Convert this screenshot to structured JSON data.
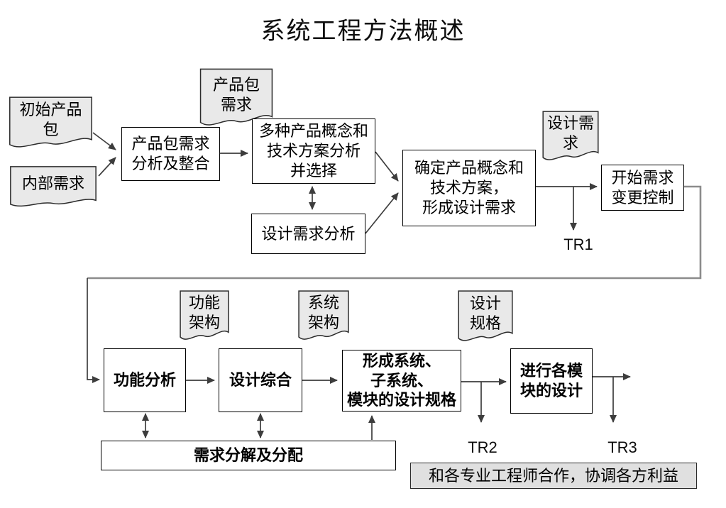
{
  "title": "系统工程方法概述",
  "colors": {
    "box_border": "#000000",
    "line": "#3d3d3d",
    "connector_gray": "#8c8c8c",
    "doc_fill": "#e9e9e9",
    "note_fill": "#e0e0e0",
    "background": "#ffffff"
  },
  "nodes": {
    "initial_product_package": {
      "label": "初始产品\n包"
    },
    "internal_requirements": {
      "label": "内部需求"
    },
    "package_req_analysis": {
      "label": "产品包需求\n分析及整合"
    },
    "product_package_requirements": {
      "label": "产品包\n需求"
    },
    "multi_concept_analysis": {
      "label": "多种产品概念和\n技术方案分析\n并选择"
    },
    "design_req_analysis": {
      "label": "设计需求分析"
    },
    "determine_concept": {
      "label": "确定产品概念和\n技术方案，\n形成设计需求"
    },
    "design_requirements": {
      "label": "设计需\n求"
    },
    "start_change_control": {
      "label": "开始需求\n变更控制"
    },
    "functional_architecture": {
      "label": "功能\n架构"
    },
    "system_architecture": {
      "label": "系统\n架构"
    },
    "design_specification": {
      "label": "设计\n规格"
    },
    "functional_analysis": {
      "label": "功能分析"
    },
    "design_synthesis": {
      "label": "设计综合"
    },
    "form_design_specs": {
      "label": "形成系统、\n子系统、\n模块的设计规格"
    },
    "module_design": {
      "label": "进行各模\n块的设计"
    },
    "req_decomposition": {
      "label": "需求分解及分配"
    },
    "cooperation_note": {
      "label": "和各专业工程师合作，协调各方利益"
    }
  },
  "milestones": {
    "tr1": "TR1",
    "tr2": "TR2",
    "tr3": "TR3"
  }
}
